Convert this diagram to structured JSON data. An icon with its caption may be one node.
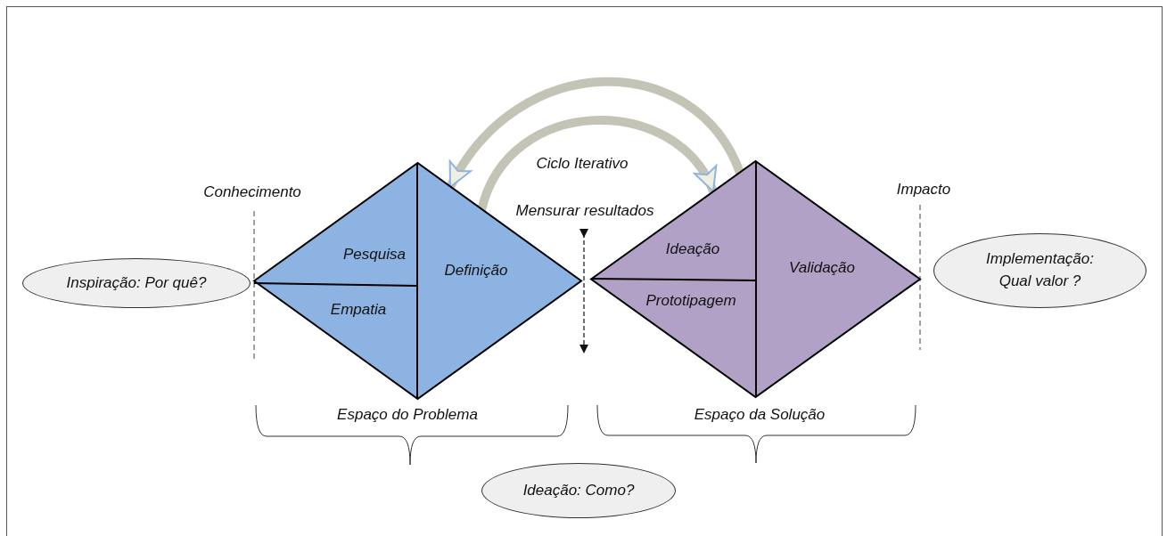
{
  "diagram": {
    "nodes": [
      {
        "text": [],
        "shape": "diamond"
      },
      {
        "text": [
          "Pesquisa"
        ],
        "in": 0
      },
      {
        "text": [
          "Empatia"
        ],
        "in": 0
      },
      {
        "text": [
          "Definição"
        ],
        "in": 0
      },
      {
        "text": [],
        "shape": "diamond"
      },
      {
        "text": [
          "Ideação"
        ],
        "in": 4
      },
      {
        "text": [
          "Prototipagem"
        ],
        "in": 4
      },
      {
        "text": [
          "Validação"
        ],
        "in": 4
      },
      {
        "text": [
          "Inspiração: Por quê?"
        ]
      },
      {
        "text": [
          "Implementação: Qual valor ?"
        ]
      },
      {
        "text": [
          "Ideação: Como?"
        ]
      }
    ],
    "edges": [
      {
        "from": 4,
        "to": 0,
        "arrow": "to"
      },
      {
        "from": 0,
        "to": 4,
        "arrow": "to"
      }
    ],
    "labels": [
      "Ciclo Iterativo",
      "Conhecimento",
      "Mensurar resultados",
      "Impacto",
      "Espaço do Problema",
      "Espaço da Solução"
    ]
  }
}
